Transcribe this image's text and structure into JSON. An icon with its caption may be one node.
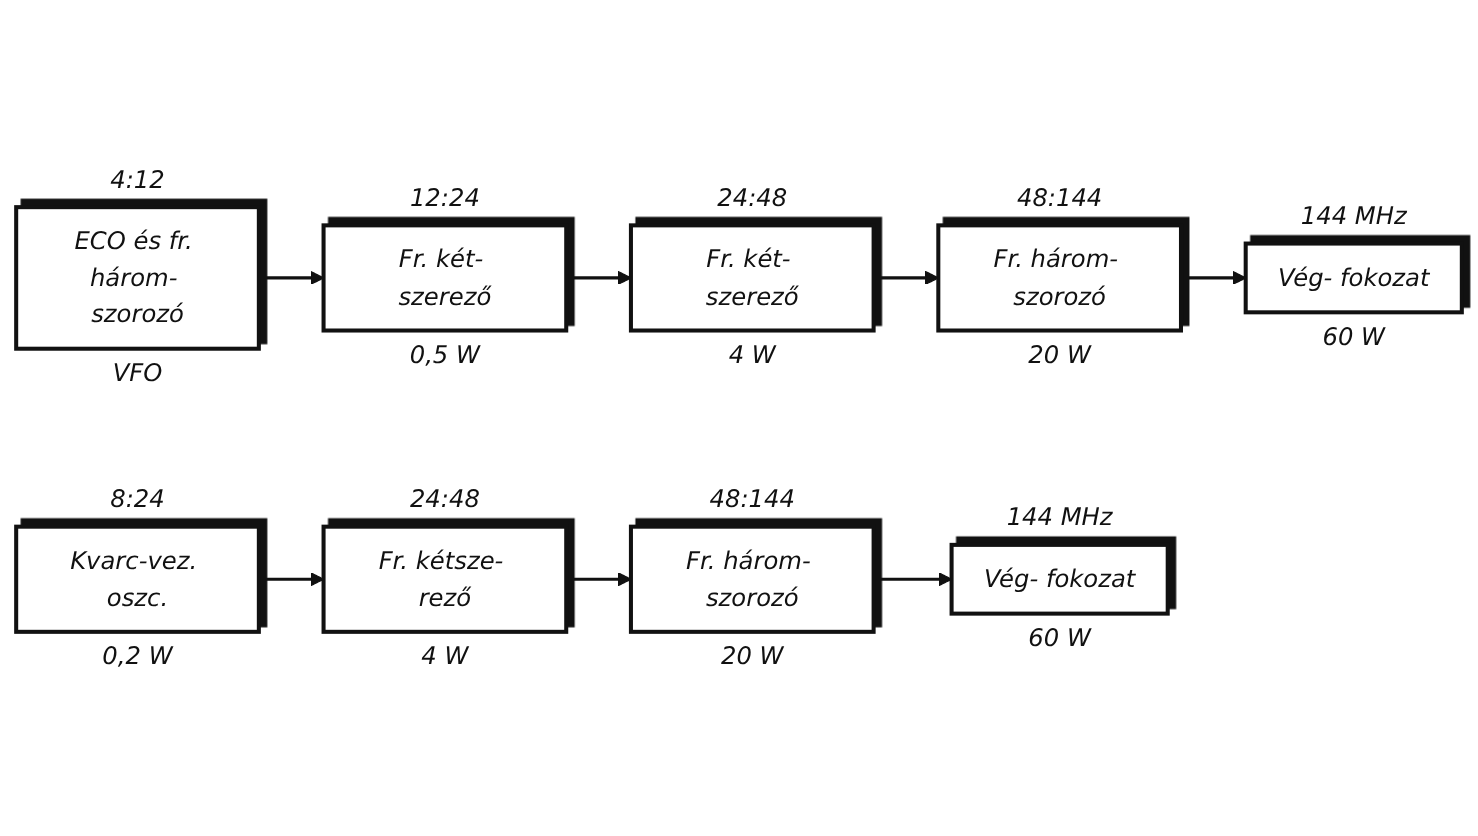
{
  "diagram": {
    "nodes": [
      {
        "text": [
          "ECO és fr. három- szorozó"
        ],
        "beside": [
          "4:12",
          "VFO"
        ]
      },
      {
        "text": [
          "Fr. két- szerező"
        ],
        "beside": [
          "12:24",
          "0,5 W"
        ]
      },
      {
        "text": [
          "Fr. két- szerező"
        ],
        "beside": [
          "24:48",
          "4 W"
        ]
      },
      {
        "text": [
          "Fr. három- szorozó"
        ],
        "beside": [
          "48:144",
          "20 W"
        ]
      },
      {
        "text": [
          "Vég- fokozat"
        ],
        "beside": [
          "144 MHz",
          "60 W"
        ]
      },
      {
        "text": [
          "Kvarc-vez. oszc."
        ],
        "beside": [
          "8:24",
          "0,2 W"
        ]
      },
      {
        "text": [
          "Fr. kétsze- rező"
        ],
        "beside": [
          "24:48",
          "4 W"
        ]
      },
      {
        "text": [
          "Fr. három- szorozó"
        ],
        "beside": [
          "48:144",
          "20 W"
        ]
      },
      {
        "text": [
          "Vég- fokozat"
        ],
        "beside": [
          "144 MHz",
          "60 W"
        ]
      }
    ],
    "edges": [
      {
        "from": 0,
        "to": 1,
        "arrow": "to"
      },
      {
        "from": 1,
        "to": 2,
        "arrow": "to"
      },
      {
        "from": 2,
        "to": 3,
        "arrow": "to"
      },
      {
        "from": 3,
        "to": 4,
        "arrow": "to"
      },
      {
        "from": 5,
        "to": 6,
        "arrow": "to"
      },
      {
        "from": 6,
        "to": 7,
        "arrow": "to"
      },
      {
        "from": 7,
        "to": 8,
        "arrow": "to"
      }
    ]
  }
}
